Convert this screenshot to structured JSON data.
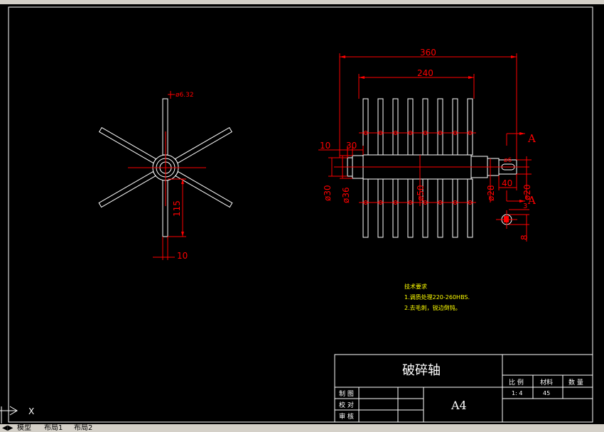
{
  "drawing": {
    "part_name": "破碎轴",
    "paper_size": "A4",
    "title_block": {
      "scale_label": "比 例",
      "material_label": "材料",
      "quantity_label": "数 量",
      "scale_value": "1: 4",
      "material_value": "45",
      "drawn_label": "制 图",
      "checked_label": "校 对",
      "reviewed_label": "审 核"
    },
    "tech_req": {
      "title": "技术要求",
      "item1": "1.调质处理220-260HBS.",
      "item2": "2.去毛刺，锐边倒钝。"
    },
    "section_marks": {
      "top": "A",
      "bottom": "A"
    },
    "dims_left_view": {
      "hole_dia": "ø6.32",
      "length": "115",
      "width": "10"
    },
    "dims_front_view": {
      "overall_length": "360",
      "tooth_span": "240",
      "end_left_10": "10",
      "end_left_30": "30",
      "dia_30": "ø30",
      "dia_36": "ø36",
      "dia_50": "ø50",
      "dia_28": "ø28",
      "key_length_40": "40",
      "dia_20": "ø20",
      "dia_6": "ø6",
      "keyway_depth": "3",
      "keyway_width": "8"
    },
    "ucs": {
      "x_label": "X"
    }
  },
  "tabs": [
    "模型",
    "布局1",
    "布局2"
  ],
  "colors": {
    "background": "#000000",
    "outline": "#ffffff",
    "dimension": "#ff0000",
    "note": "#ffff00",
    "chrome": "#d4d0c8"
  }
}
